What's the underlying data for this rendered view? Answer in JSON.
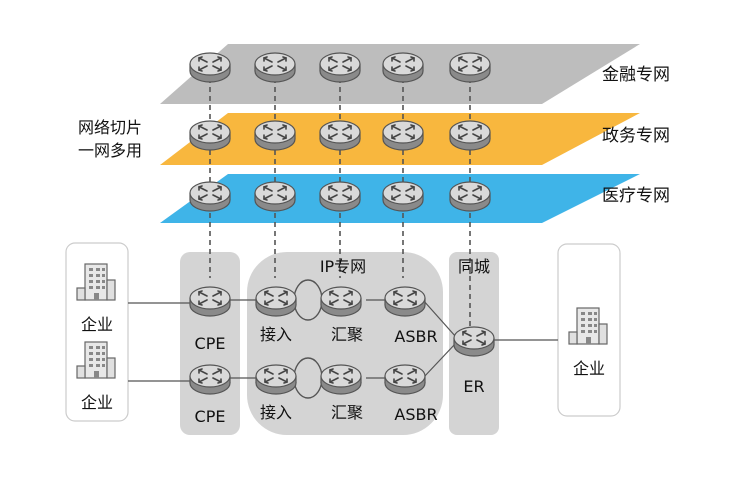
{
  "colors": {
    "layer_finance": "#bdbdbd",
    "layer_government": "#f8b73e",
    "layer_medical": "#3fb4e8",
    "group_bg": "#d4d4d4",
    "router_face": "#cfcfcf",
    "router_rim": "#555555",
    "line": "#555555"
  },
  "layers": {
    "finance": "金融专网",
    "government": "政务专网",
    "medical": "医疗专网"
  },
  "slicing_label": {
    "line1": "网络切片",
    "line2": "一网多用"
  },
  "groups": {
    "ip_network": "IP专网",
    "metro": "同城"
  },
  "nodes": {
    "cpe_top": "CPE",
    "cpe_bottom": "CPE",
    "access_top": "接入",
    "access_bottom": "接入",
    "aggregation_top": "汇聚",
    "aggregation_bottom": "汇聚",
    "asbr_top": "ASBR",
    "asbr_bottom": "ASBR",
    "er": "ER"
  },
  "enterprises": {
    "left_top": "企业",
    "left_bottom": "企业",
    "right": "企业"
  },
  "icons": {
    "router": "router-icon",
    "building": "building-icon"
  }
}
